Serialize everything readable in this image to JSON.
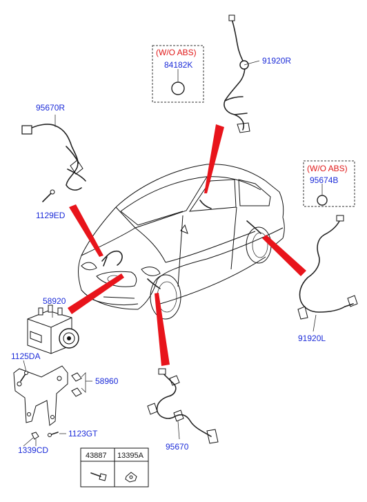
{
  "parts": {
    "sensor_front_right": "95670R",
    "bolt_1129ED": "1129ED",
    "wo_abs_top": "(W/O ABS)",
    "cover_84182K": "84182K",
    "sensor_rear_91920R": "91920R",
    "wo_abs_right": "(W/O ABS)",
    "cover_95674B": "95674B",
    "sensor_rear_91920L": "91920L",
    "abs_unit": "58920",
    "bolt_1125DA": "1125DA",
    "bracket_58960": "58960",
    "bolt_1123GT": "1123GT",
    "nut_1339CD": "1339CD",
    "sensor_front_left": "95670"
  },
  "fastener_table": {
    "col1": "43887",
    "col2": "13395A"
  },
  "colors": {
    "label": "#1a2ad8",
    "note": "#e01818",
    "pointer": "#e8141b"
  }
}
